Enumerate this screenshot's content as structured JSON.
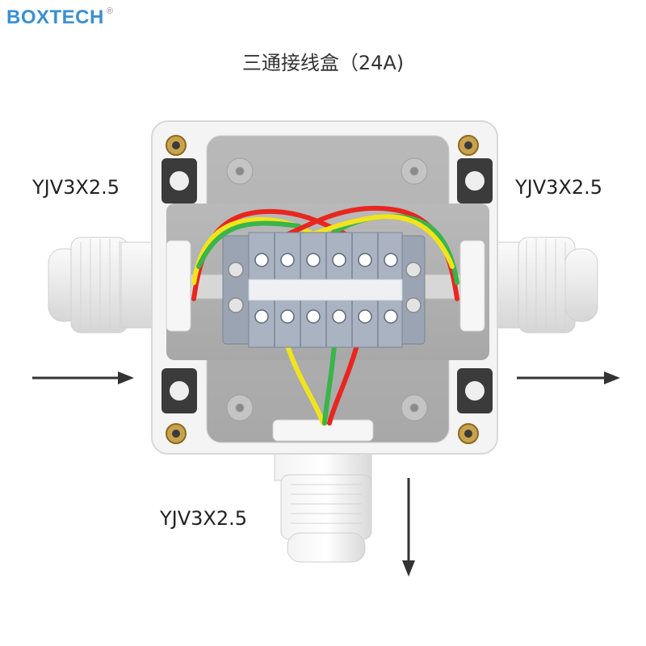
{
  "logo": {
    "text": "BOXTECH",
    "registered": "®"
  },
  "title": "三通接线盒（24A)",
  "cables": {
    "left": "YJV3X2.5",
    "right": "YJV3X2.5",
    "bottom": "YJV3X2.5"
  },
  "colors": {
    "logo_blue": "#3a8fd1",
    "wire_red": "#e8261f",
    "wire_yellow": "#f2e41c",
    "wire_green": "#39b54a",
    "terminal_gray": "#9aa4b3",
    "arrow": "#333333"
  }
}
